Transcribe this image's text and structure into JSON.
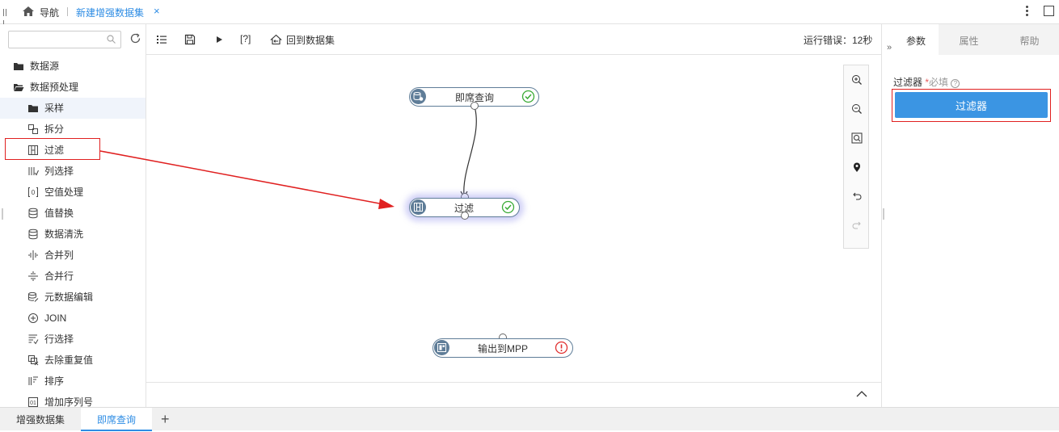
{
  "topbar": {
    "nav_label": "导航",
    "tab_label": "新建增强数据集",
    "tab_close": "×"
  },
  "left": {
    "search_placeholder": "",
    "tree": [
      {
        "label": "数据源",
        "icon": "folder-icon"
      },
      {
        "label": "数据预处理",
        "icon": "folder-open-icon"
      },
      {
        "label": "采样",
        "icon": "folder-icon"
      },
      {
        "label": "拆分",
        "icon": "split-icon"
      },
      {
        "label": "过滤",
        "icon": "filter-node-icon"
      },
      {
        "label": "列选择",
        "icon": "column-select-icon"
      },
      {
        "label": "空值处理",
        "icon": "null-handle-icon"
      },
      {
        "label": "值替换",
        "icon": "database-icon"
      },
      {
        "label": "数据清洗",
        "icon": "database-icon"
      },
      {
        "label": "合并列",
        "icon": "merge-column-icon"
      },
      {
        "label": "合并行",
        "icon": "merge-row-icon"
      },
      {
        "label": "元数据编辑",
        "icon": "metadata-icon"
      },
      {
        "label": "JOIN",
        "icon": "plus-circle-icon"
      },
      {
        "label": "行选择",
        "icon": "row-select-icon"
      },
      {
        "label": "去除重复值",
        "icon": "dedup-icon"
      },
      {
        "label": "排序",
        "icon": "sort-icon"
      },
      {
        "label": "增加序列号",
        "icon": "sequence-icon"
      }
    ]
  },
  "toolbar": {
    "param_label": "[?]",
    "back_label": "回到数据集",
    "run_error": "运行错误：12秒"
  },
  "canvas": {
    "nodes": {
      "query": {
        "label": "即席查询",
        "status": "success"
      },
      "filter": {
        "label": "过滤",
        "status": "success"
      },
      "output": {
        "label": "输出到MPP",
        "status": "error"
      }
    }
  },
  "right": {
    "tabs": [
      "参数",
      "属性",
      "帮助"
    ],
    "active_tab": "参数",
    "field_label": "过滤器",
    "required_mark": "*",
    "required_text": "必填",
    "help_glyph": "?",
    "filter_button": "过滤器"
  },
  "bottom": {
    "tabs": [
      "增强数据集",
      "即席查询"
    ],
    "active_tab": "即席查询",
    "add_label": "+"
  },
  "colors": {
    "accent": "#2d8ce4",
    "button": "#3b95e3",
    "node_border": "#5f7d98",
    "highlight": "#e02020",
    "success": "#3aaa35",
    "error": "#e03030"
  }
}
